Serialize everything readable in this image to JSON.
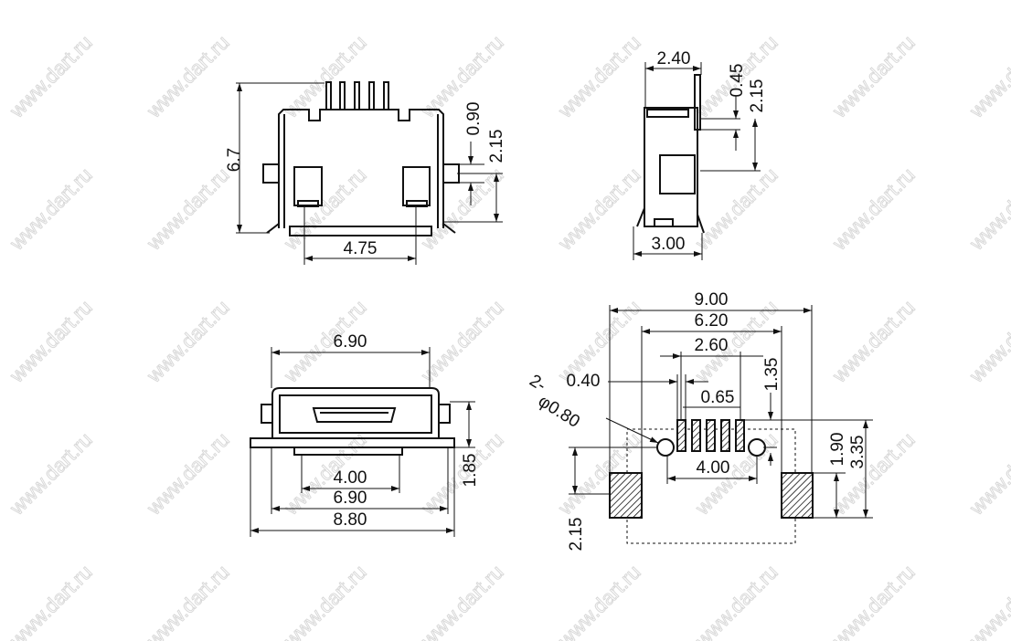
{
  "watermark": "www.dart.ru",
  "views": {
    "front": {
      "height": "6.7",
      "pad_pitch": "4.75",
      "tab_width": "0.90",
      "tab_offset": "2.15"
    },
    "side": {
      "depth": "2.40",
      "pin_thickness": "0.45",
      "pin_height": "2.15",
      "base": "3.00"
    },
    "bottom": {
      "top_width": "6.90",
      "inner": "4.00",
      "body_width": "6.90",
      "overall": "8.80",
      "height": "1.85"
    },
    "footprint": {
      "overall": "9.00",
      "pad_span": "6.20",
      "pin_span": "2.60",
      "pin_width": "0.40",
      "pitch": "0.65",
      "hole_prefix": "2-",
      "hole_diameter": "φ0.80",
      "hole_spacing": "4.00",
      "pin_offset": "1.35",
      "pad_height": "1.90",
      "pad_total": "3.35",
      "hole_offset": "2.15"
    }
  }
}
